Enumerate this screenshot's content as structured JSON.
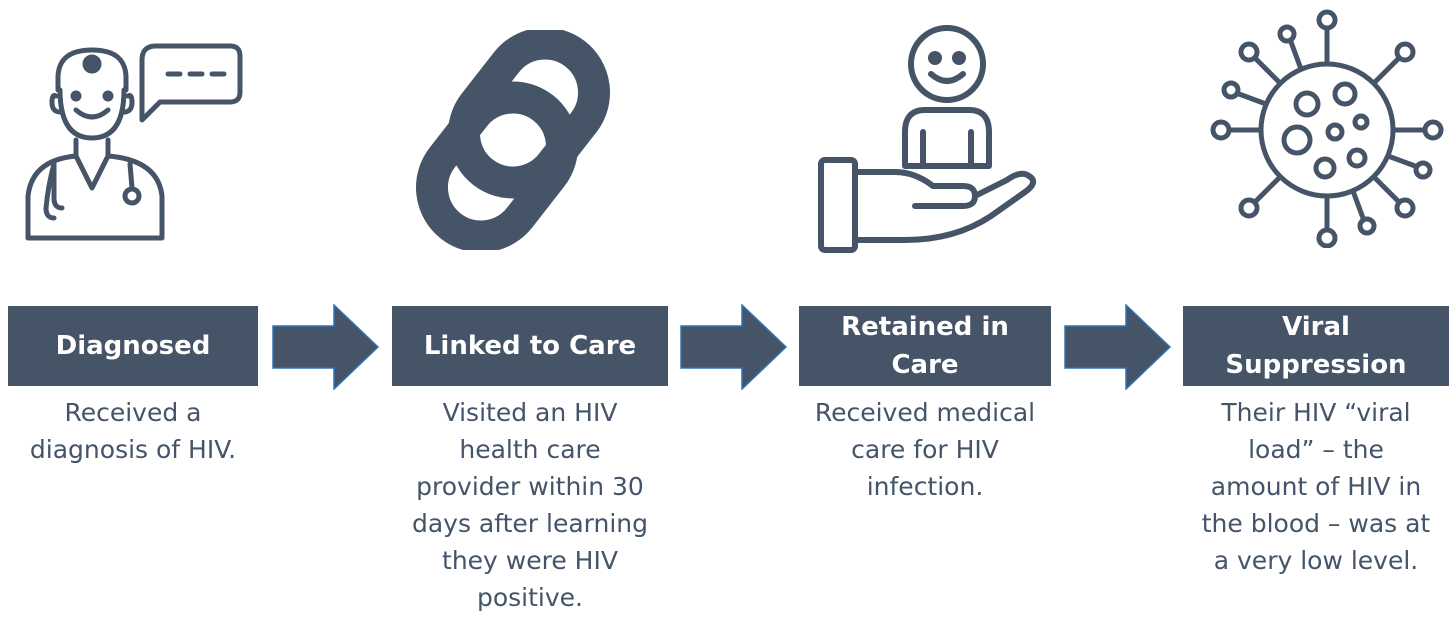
{
  "colors": {
    "accent": "#465467",
    "text": "#44546a",
    "box_text": "#ffffff"
  },
  "steps": [
    {
      "icon": "doctor-icon",
      "title": "Diagnosed",
      "description": "Received a diagnosis of HIV."
    },
    {
      "icon": "chain-link-icon",
      "title": "Linked to Care",
      "description": "Visited an HIV health care provider within 30 days after learning they were HIV positive."
    },
    {
      "icon": "hand-person-icon",
      "title": "Retained in Care",
      "description": "Received medical care for HIV infection."
    },
    {
      "icon": "virus-icon",
      "title": "Viral Suppression",
      "description": "Their HIV “viral load” – the amount of HIV in the blood – was at a very low level."
    }
  ]
}
